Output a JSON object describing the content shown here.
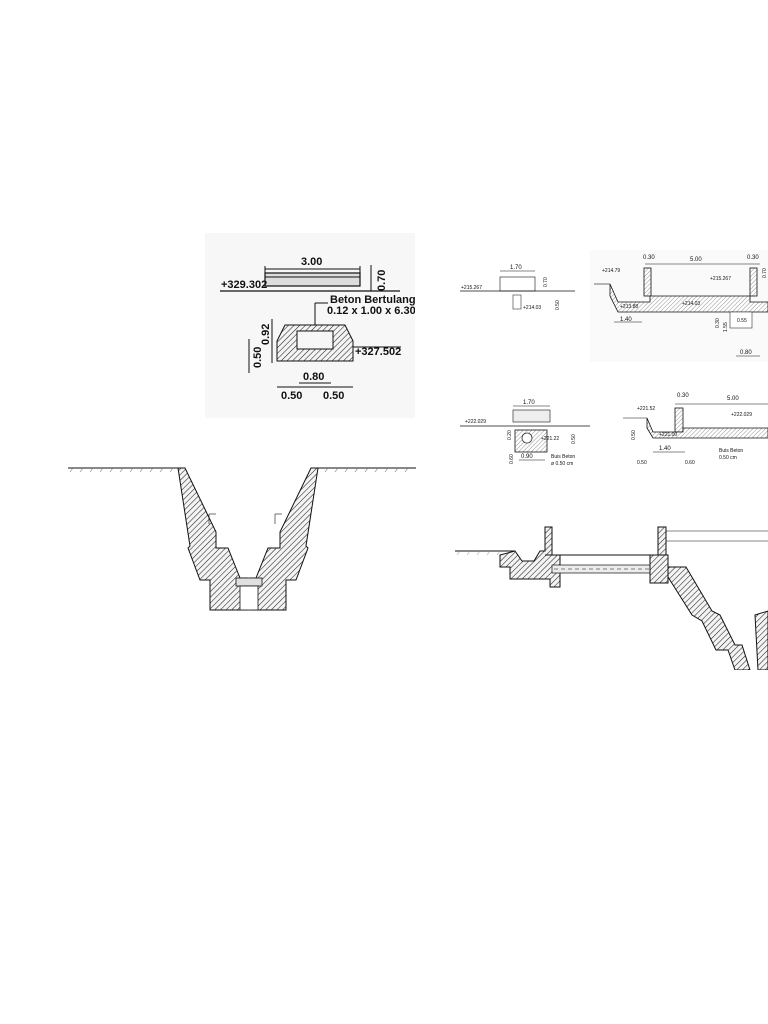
{
  "panel_a": {
    "width_top": "3.00",
    "height_right": "0.70",
    "elev_top": "+329.302",
    "material_title": "Beton Bertulang",
    "material_dims": "0.12 x 1.00 x 6.30",
    "dim_092": "0.92",
    "dim_050_left": "0.50",
    "elev_bottom": "+327.502",
    "dim_080": "0.80",
    "dim_050_b1": "0.50",
    "dim_050_b2": "0.50"
  },
  "panel_b": {
    "width_170": "1.70",
    "elev": "+215.267",
    "dim_070": "0.70",
    "dim_050": "0.50",
    "elev_low": "+214.03"
  },
  "panel_c": {
    "dim_030_l": "0.30",
    "dim_500": "5.00",
    "dim_030_r": "0.30",
    "elev_left": "+214.79",
    "elev_mid": "+215.267",
    "dim_070": "0.70",
    "elev_213": "+213.88",
    "elev_214": "+214.03",
    "dim_140": "1.40",
    "dim_030_v": "0.30",
    "dim_155": "1.55",
    "dim_055": "0.55",
    "dim_080": "0.80"
  },
  "panel_d": {
    "width_170": "1.70",
    "elev": "+222.029",
    "dim_020": "0.20",
    "elev_pipe": "+221.22",
    "dim_050": "0.50",
    "dim_060": "0.60",
    "dim_090": "0.90",
    "pipe_label": "Buis Beton",
    "pipe_dia": "ø 0.50 cm"
  },
  "panel_e": {
    "dim_030": "0.30",
    "dim_500": "5.00",
    "elev_left": "+221.52",
    "elev_mid": "+222.029",
    "elev_low": "+221.00",
    "dim_050_v": "0.50",
    "dim_140": "1.40",
    "dim_050_h": "0.50",
    "dim_060": "0.60",
    "pipe_label": "Buis Beton",
    "pipe_dia": "0.50 cm"
  }
}
